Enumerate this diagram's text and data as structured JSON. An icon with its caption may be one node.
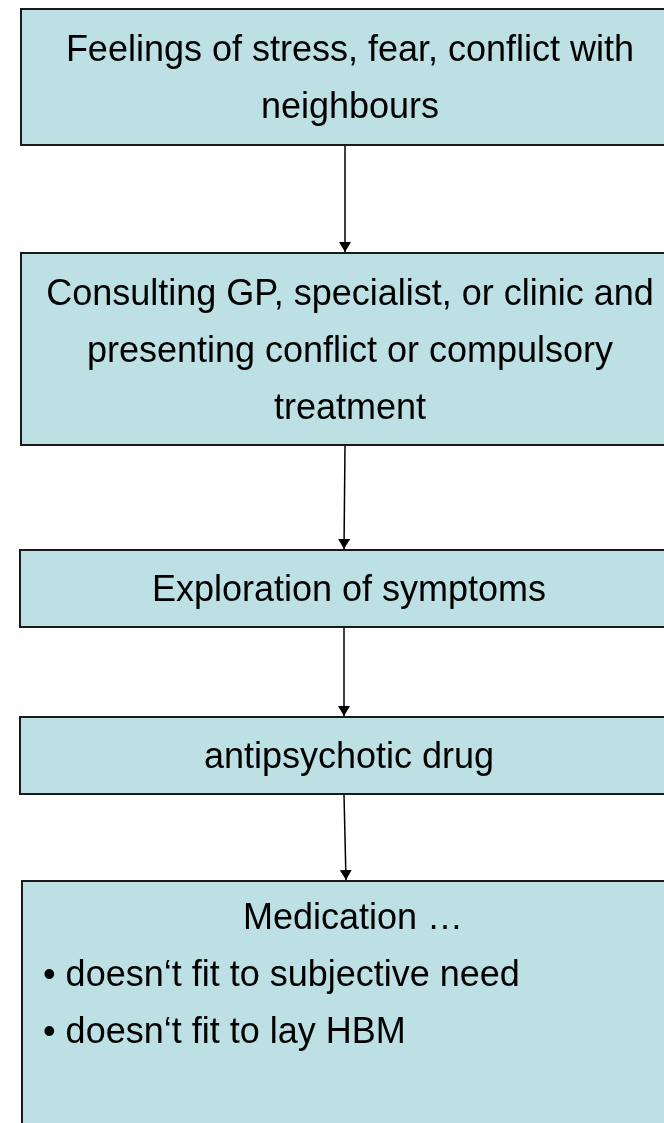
{
  "diagram": {
    "nodes": [
      {
        "text": [
          "Feelings of stress, fear, conflict with neighbours"
        ]
      },
      {
        "text": [
          "Consulting GP, specialist, or clinic and  presenting conflict or compulsory treatment"
        ]
      },
      {
        "text": [
          "Exploration of symptoms"
        ]
      },
      {
        "text": [
          "antipsychotic drug"
        ]
      },
      {
        "text": [
          "Medication …",
          "• doesn‘t fit to subjective need",
          "• doesn‘t fit to lay HBM"
        ]
      }
    ],
    "edges": [
      {
        "from": 0,
        "to": 1,
        "arrow": "to"
      },
      {
        "from": 1,
        "to": 2,
        "arrow": "to"
      },
      {
        "from": 2,
        "to": 3,
        "arrow": "to"
      },
      {
        "from": 3,
        "to": 4,
        "arrow": "to"
      }
    ]
  }
}
